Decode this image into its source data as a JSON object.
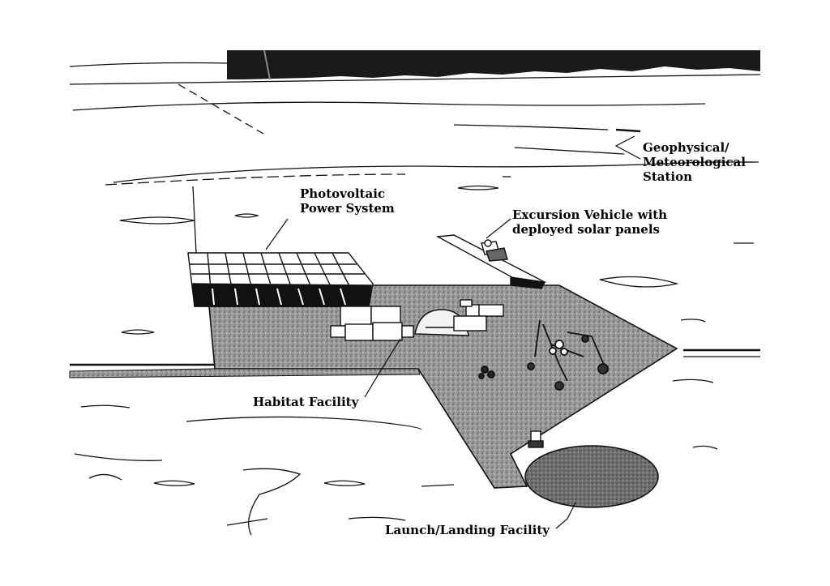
{
  "labels": {
    "geophysical_station": [
      "Geophysical/",
      "Meteorological",
      "Station"
    ],
    "photovoltaic": [
      "Photovoltaic",
      "Power System"
    ],
    "excursion_vehicle": [
      "Excursion Vehicle with",
      "deployed solar panels"
    ],
    "habitat": "Habitat Facility",
    "launch_landing": "Launch/Landing Facility"
  }
}
